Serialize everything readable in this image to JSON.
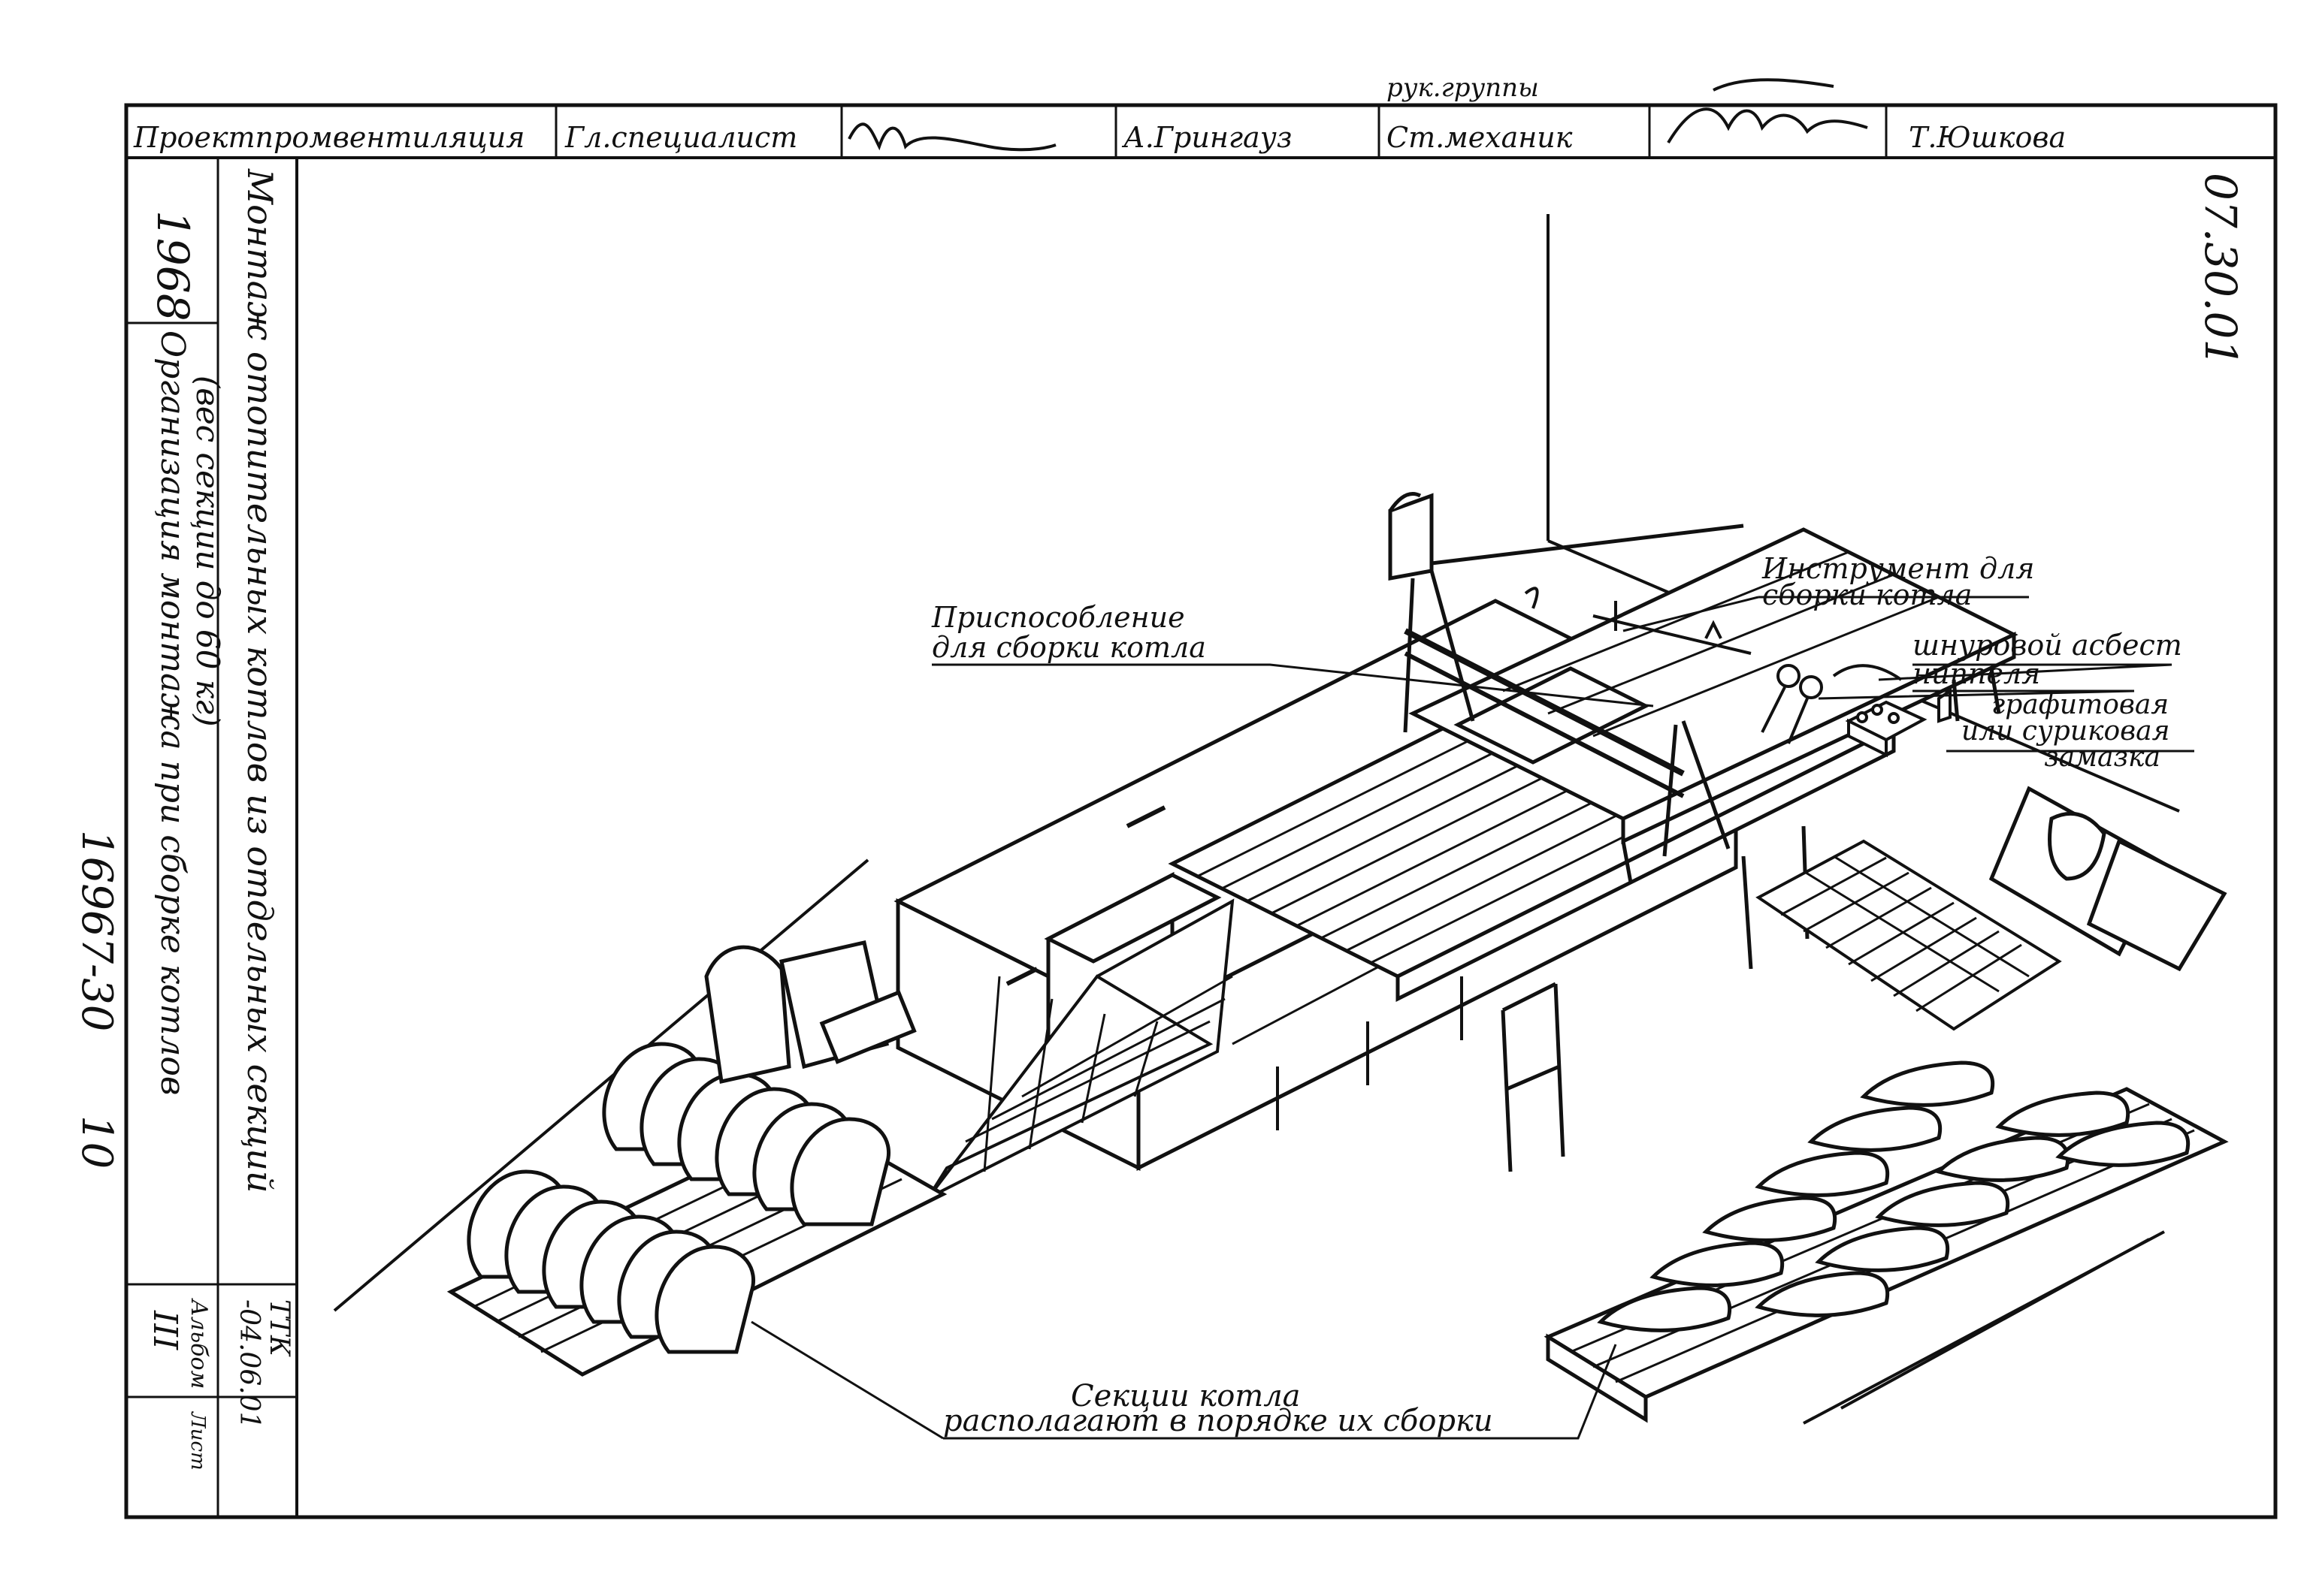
{
  "title_block": {
    "organization": "Проектпромвентиляция",
    "chief_specialist_label": "Гл.специалист",
    "chief_specialist_name": "А.Грингауз",
    "group_head_label_partial": "рук.группы",
    "senior_mechanic_label": "Ст.механик",
    "senior_mechanic_name": "Т.Юшкова",
    "sheet_code": "07.30.01",
    "year": "1968",
    "topic": "Монтаж отопительных котлов из отдельных секций",
    "subtitle_line1": "Организация монтажа при сборке котлов",
    "subtitle_line2": "(вес секции до 60 кг)",
    "ttk_label": "ТТК",
    "ttk_code": "-04.06.01",
    "album_label": "Альбом",
    "album_number": "III",
    "sheet_label": "Лист",
    "project_number": "16967-30",
    "page_number": "10"
  },
  "callouts": {
    "fixture_line1": "Приспособление",
    "fixture_line2": "для сборки котла",
    "tools_line1": "Инструмент для",
    "tools_line2": "сборки котла",
    "asbestos": "шнуровой асбест",
    "nipples": "ниппеля",
    "putty_line1": "графитовая",
    "putty_line2": "или суриковая",
    "putty_line3": "замазка",
    "sections_line1": "Секции котла",
    "sections_line2": "располагают в порядке их сборки"
  }
}
